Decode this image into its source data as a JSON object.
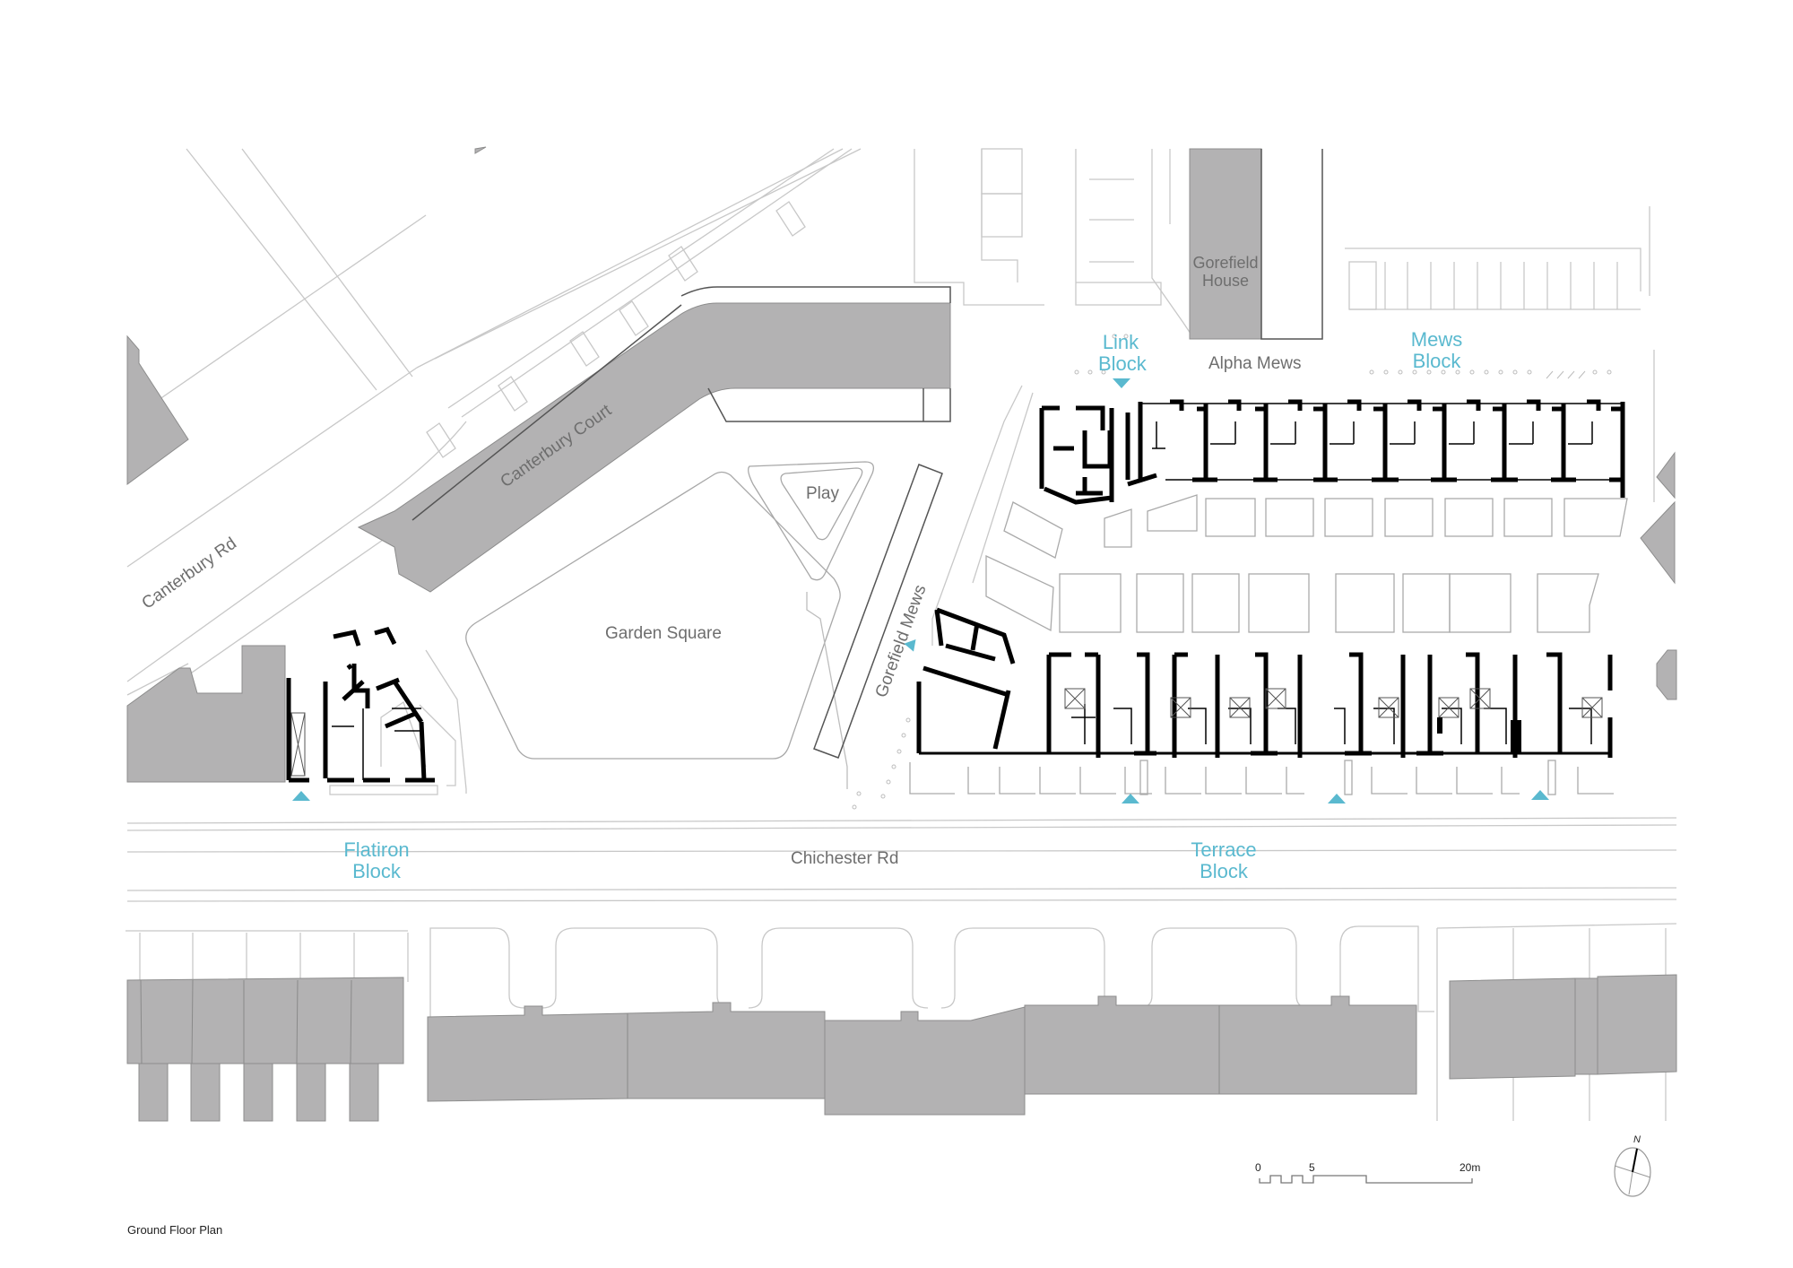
{
  "drawing": {
    "title": "Ground Floor Plan",
    "accent_color": "#5ab9cf",
    "existing_building_fill": "#b3b2b3",
    "new_wall_color": "#000000",
    "context_line_color": "#bdbdbd"
  },
  "streets": {
    "canterbury_rd": "Canterbury Rd",
    "canterbury_court": "Canterbury Court",
    "gorefield_house_line1": "Gorefield",
    "gorefield_house_line2": "House",
    "alpha_mews": "Alpha Mews",
    "garden_square": "Garden Square",
    "play": "Play",
    "gorefield_mews": "Gorefield Mews",
    "chichester_rd": "Chichester Rd"
  },
  "blocks": {
    "link": {
      "line1": "Link",
      "line2": "Block"
    },
    "mews": {
      "line1": "Mews",
      "line2": "Block"
    },
    "flatiron": {
      "line1": "Flatiron",
      "line2": "Block"
    },
    "terrace": {
      "line1": "Terrace",
      "line2": "Block"
    }
  },
  "entrances": [
    {
      "block": "Link Block",
      "direction": "down"
    },
    {
      "block": "Gorefield Mews",
      "direction": "down-right"
    },
    {
      "block": "Flatiron Block",
      "direction": "up"
    },
    {
      "block": "Terrace Block",
      "direction": "up"
    },
    {
      "block": "Terrace Block",
      "direction": "up"
    },
    {
      "block": "Terrace Block",
      "direction": "up"
    }
  ],
  "scale_bar": {
    "ticks": [
      "0",
      "5",
      "20m"
    ]
  },
  "north_arrow": {
    "label": "N"
  }
}
